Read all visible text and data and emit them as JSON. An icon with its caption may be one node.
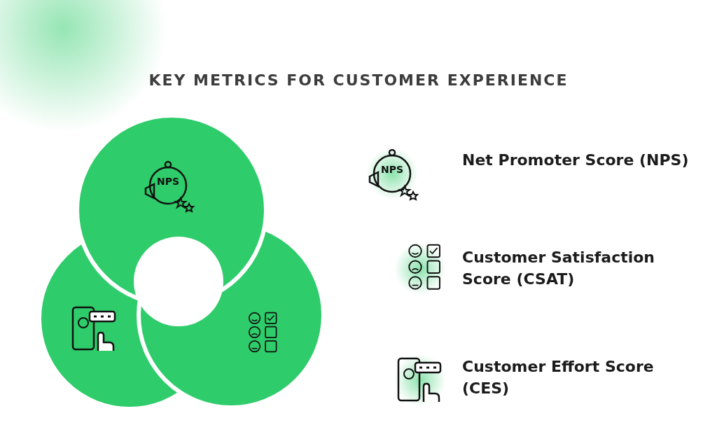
{
  "diagram": {
    "title": "KEY METRICS FOR CUSTOMER EXPERIENCE",
    "labels": [
      "NPS",
      "NPS",
      "Net Promoter Score (NPS)",
      "Customer Satisfaction Score (CSAT)",
      "Customer Effort Score (CES)"
    ]
  }
}
